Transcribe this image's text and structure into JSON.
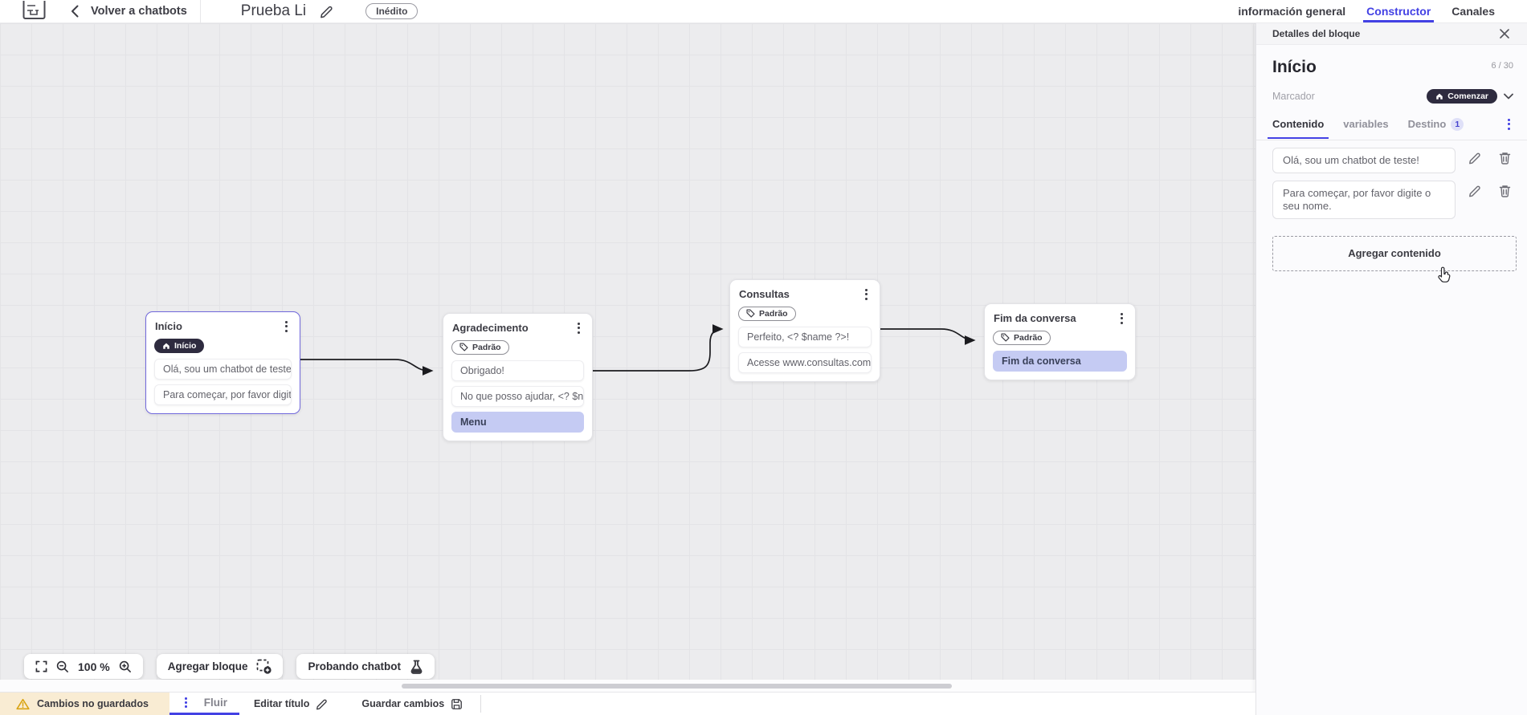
{
  "topbar": {
    "back_label": "Volver a chatbots",
    "title": "Prueba Li",
    "status_badge": "Inédito",
    "tabs": [
      {
        "label": "información general"
      },
      {
        "label": "Constructor"
      },
      {
        "label": "Canales"
      }
    ]
  },
  "panel": {
    "header": "Detalles del bloque",
    "block_title": "Início",
    "char_count": "6 / 30",
    "marker_label": "Marcador",
    "marker_value": "Comenzar",
    "tabs": [
      {
        "label": "Contenido"
      },
      {
        "label": "variables"
      },
      {
        "label": "Destino",
        "badge": "1"
      }
    ],
    "messages": [
      {
        "text": "Olá, sou um chatbot de teste!"
      },
      {
        "text": "Para começar, por favor digite o seu nome."
      }
    ],
    "add_content_label": "Agregar contenido"
  },
  "canvas": {
    "zoom_level": "100 %",
    "add_block_label": "Agregar bloque",
    "test_chatbot_label": "Probando chatbot",
    "nodes": [
      {
        "title": "Início",
        "badge": "Início",
        "items": [
          {
            "text": "Olá, sou um chatbot de teste!"
          },
          {
            "text": "Para começar, por favor digite o ..."
          }
        ]
      },
      {
        "title": "Agradecimento",
        "badge": "Padrão",
        "items": [
          {
            "text": "Obrigado!"
          },
          {
            "text": "No que posso ajudar, <? $name ..."
          },
          {
            "text": "Menu"
          }
        ]
      },
      {
        "title": "Consultas",
        "badge": "Padrão",
        "items": [
          {
            "text": "Perfeito, <? $name ?>!"
          },
          {
            "text": "Acesse www.consultas.com par..."
          }
        ]
      },
      {
        "title": "Fim da conversa",
        "badge": "Padrão",
        "items": [
          {
            "text": "Fim da conversa"
          }
        ]
      }
    ]
  },
  "bottombar": {
    "unsaved_label": "Cambios no guardados",
    "flow_tab": "Fluir",
    "edit_title_label": "Editar título",
    "save_label": "Guardar cambios"
  },
  "colors": {
    "accent": "#4341e4",
    "dark_pill": "#2e2b3f",
    "highlight_item": "#c5cbf3",
    "selected_node_border": "#7168dc",
    "warning_bg": "#f9ecd3",
    "warning_icon": "#d9a414"
  }
}
